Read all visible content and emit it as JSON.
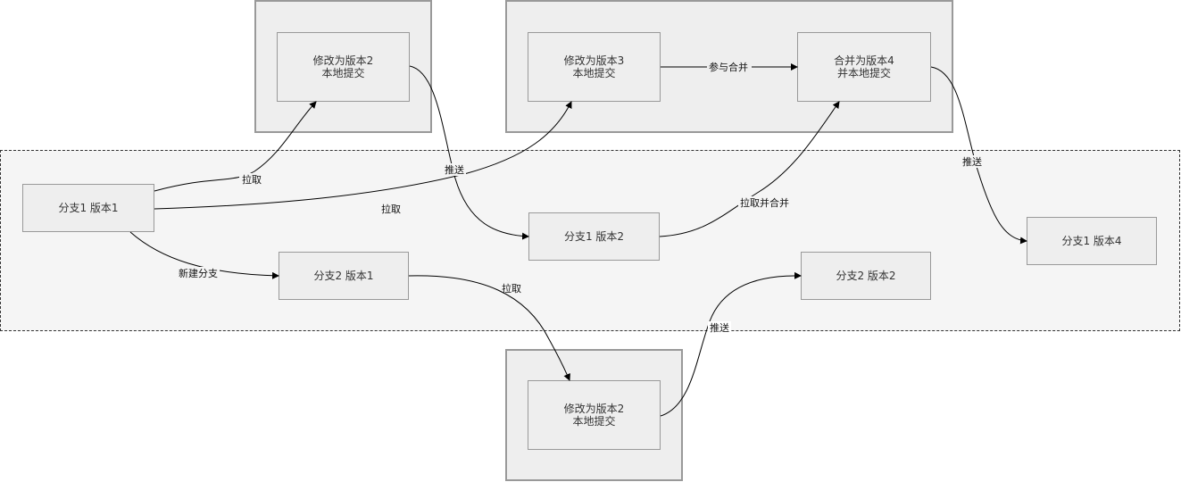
{
  "nodes": {
    "branch1_v1": "分支1 版本1",
    "branch1_v2": "分支1 版本2",
    "branch1_v4": "分支1 版本4",
    "branch2_v1": "分支2 版本1",
    "branch2_v2": "分支2 版本2",
    "local_a_v2": "修改为版本2\n本地提交",
    "local_b_v3": "修改为版本3\n本地提交",
    "local_b_v4": "合并为版本4\n并本地提交",
    "local_c_v2": "修改为版本2\n本地提交"
  },
  "edges": {
    "pull_1": "拉取",
    "pull_2": "拉取",
    "new_branch": "新建分支",
    "push_1": "推送",
    "participate_merge": "参与合并",
    "pull_merge": "拉取并合并",
    "push_2": "推送",
    "pull_3": "拉取",
    "push_3": "推送"
  },
  "colors": {
    "zone_fill": "#eeeeee",
    "zone_border": "#999999",
    "remote_fill": "#f5f5f5",
    "remote_border": "#333333",
    "edge": "#000000"
  }
}
